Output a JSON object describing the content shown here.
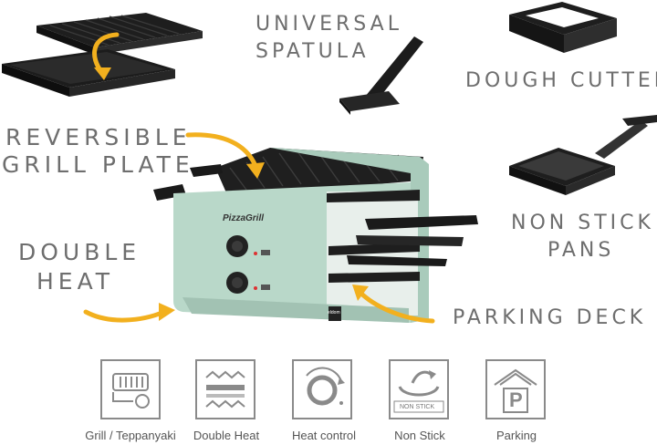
{
  "callouts": {
    "universal_spatula": [
      "UNIVERSAL",
      "SPATULA"
    ],
    "dough_cutter": "DOUGH CUTTER",
    "reversible_grill_plate": [
      "REVERSIBLE",
      "GRILL PLATE"
    ],
    "non_stick_pans": [
      "NON STICK",
      "PANS"
    ],
    "double_heat": [
      "DOUBLE",
      "HEAT"
    ],
    "parking_deck": "PARKING DECK"
  },
  "device": {
    "brand": "PizzaGrill",
    "tag": "eldom"
  },
  "features": [
    {
      "label": "Grill / Teppanyaki",
      "icon": "grill-teppanyaki-icon"
    },
    {
      "label": "Double Heat",
      "icon": "double-heat-icon"
    },
    {
      "label": "Heat control",
      "icon": "heat-control-icon"
    },
    {
      "label": "Non Stick",
      "icon": "non-stick-icon",
      "inner_text": "NON STICK"
    },
    {
      "label": "Parking",
      "icon": "parking-icon",
      "inner_text": "P"
    }
  ],
  "colors": {
    "arrow": "#f2b01e",
    "body_mint": "#b9d8c9",
    "plate_dark": "#2a2a2a",
    "label_gray": "#6e6e6e"
  }
}
